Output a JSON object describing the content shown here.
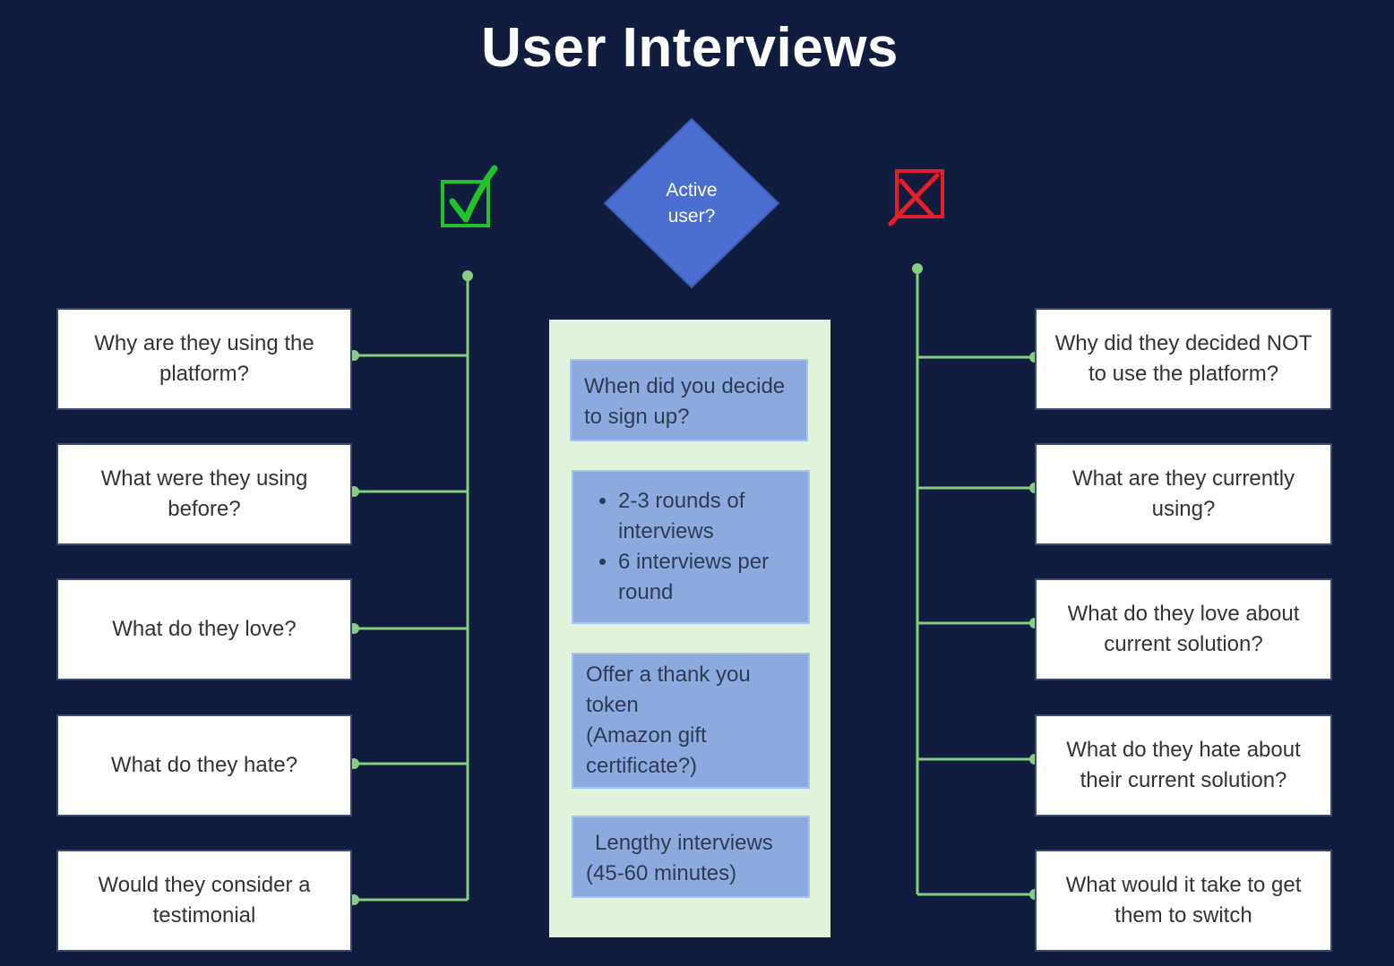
{
  "title": "User Interviews",
  "decision": {
    "label_line1": "Active",
    "label_line2": "user?"
  },
  "icons": {
    "yes": "green-checkmark-icon",
    "no": "red-x-icon"
  },
  "colors": {
    "background": "#111c3f",
    "diamond": "#4a6fd0",
    "connector": "#86cf80",
    "check": "#22c22a",
    "cross": "#e3202a",
    "panel": "#e2f3dc",
    "panel_box": "#8ea9e0"
  },
  "yes_questions": [
    "Why are they using the platform?",
    "What were they using before?",
    "What do they love?",
    "What do they hate?",
    "Would they consider a testimonial"
  ],
  "no_questions": [
    "Why did they decided NOT to use the platform?",
    "What are they currently using?",
    "What do they love about current solution?",
    "What do they hate about their current solution?",
    "What would it take to get them to switch"
  ],
  "center": {
    "box1": "When did you decide to sign up?",
    "box2_bullets": [
      "2-3 rounds of interviews",
      "6 interviews per round"
    ],
    "box3_line1": "Offer a thank you token",
    "box3_line2": "(Amazon gift certificate?)",
    "box4_line1": "Lengthy interviews",
    "box4_line2": "(45-60 minutes)"
  }
}
